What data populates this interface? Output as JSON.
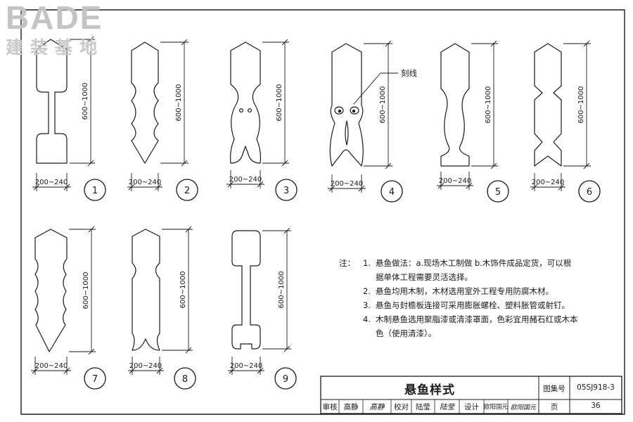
{
  "watermark": {
    "brand": "BADE",
    "sub": "建装基地"
  },
  "callout_label": "刻线",
  "dimension": {
    "height": "600~1000",
    "width": "200~240"
  },
  "figures": [
    {
      "number": "1"
    },
    {
      "number": "2"
    },
    {
      "number": "3"
    },
    {
      "number": "4"
    },
    {
      "number": "5"
    },
    {
      "number": "6"
    },
    {
      "number": "7"
    },
    {
      "number": "8"
    },
    {
      "number": "9"
    }
  ],
  "notes": {
    "prefix": "注：",
    "items": [
      {
        "num": "1.",
        "lines": [
          "悬鱼做法：a.现场木工制做  b.木饰件成品定货，可以根",
          "据单体工程需要灵活选择。"
        ]
      },
      {
        "num": "2.",
        "lines": [
          "悬鱼均用木制，木材选用室外工程专用防腐木材。"
        ]
      },
      {
        "num": "3.",
        "lines": [
          "悬鱼与封檐板连接可采用膨胀螺栓、塑料胀管或射钉。"
        ]
      },
      {
        "num": "4.",
        "lines": [
          "木制悬鱼选用聚脂漆或清漆罩面，色彩宜用赭石红或木本",
          "色（使用清漆）。"
        ]
      }
    ]
  },
  "title_block": {
    "title": "悬鱼样式",
    "atlas_label": "图集号",
    "atlas_no": "05SJ918-3",
    "review_label": "审核",
    "reviewer": "高静",
    "reviewer_sig": "高静",
    "check_label": "校对",
    "checker": "陆莹",
    "checker_sig": "陆莹",
    "design_label": "设计",
    "designer": "欧阳国元",
    "designer_sig": "欧阳国元",
    "page_label": "页",
    "page_no": "36"
  }
}
